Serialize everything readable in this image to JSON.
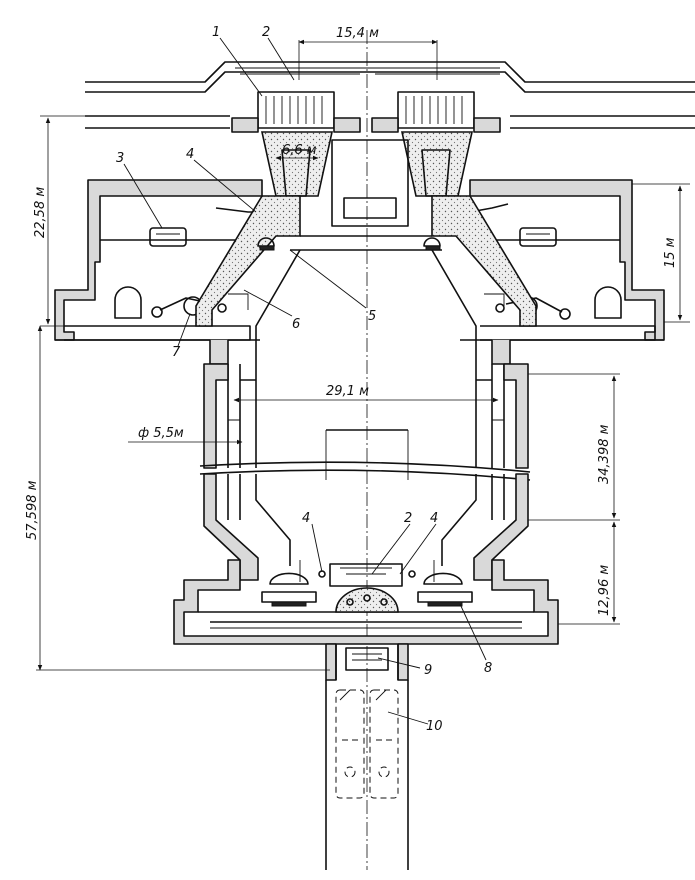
{
  "dimensions": {
    "top_span": "15,4 м",
    "inner_span": "6,6 м",
    "left_upper_height": "22,58 м",
    "right_upper_height": "15 м",
    "shaft_width": "29,1 м",
    "pipe_diameter": "ф 5,5м",
    "left_total_height": "57,598 м",
    "right_middle_height": "34,398 м",
    "right_lower_height": "12,96 м"
  },
  "callouts": {
    "c1": "1",
    "c2_top": "2",
    "c3": "3",
    "c4_top": "4",
    "c5": "5",
    "c6": "6",
    "c7": "7",
    "c4_bottom_left": "4",
    "c2_bottom": "2",
    "c4_bottom_right": "4",
    "c8": "8",
    "c9": "9",
    "c10": "10"
  }
}
